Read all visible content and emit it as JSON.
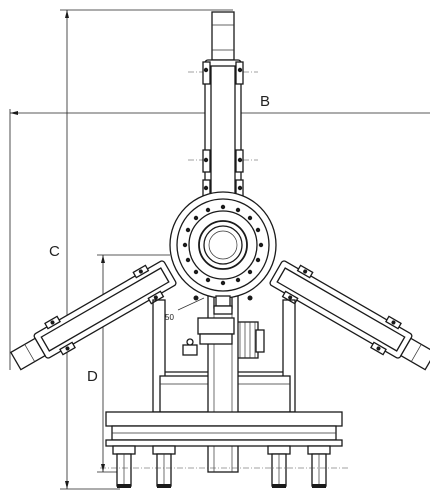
{
  "labels": {
    "B": "B",
    "C": "C",
    "D": "D",
    "angle": "50"
  }
}
